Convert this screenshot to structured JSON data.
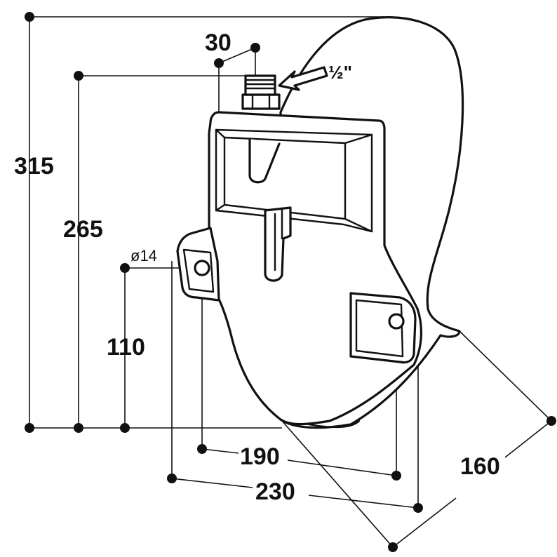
{
  "dimensions": {
    "height_total": "315",
    "height_inlet": "265",
    "height_mount": "110",
    "hole_diameter": "ø14",
    "inlet_offset": "30",
    "thread_size": "½\"",
    "mount_spacing_inner": "190",
    "mount_spacing_outer": "230",
    "depth": "160"
  }
}
